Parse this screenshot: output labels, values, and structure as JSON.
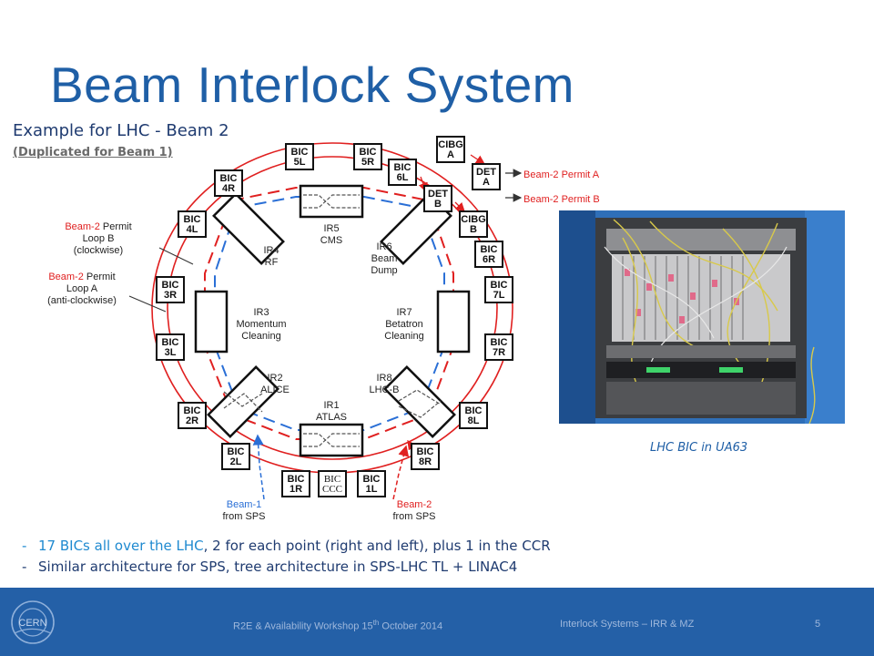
{
  "slide": {
    "title": "Beam Interlock System",
    "subtitle": "Example for LHC - Beam 2",
    "subnote": "(Duplicated for Beam 1)"
  },
  "diagram": {
    "bics": [
      "BIC 5L",
      "BIC 5R",
      "BIC 6L",
      "BIC 4R",
      "BIC 4L",
      "BIC 6R",
      "BIC 3R",
      "BIC 7L",
      "BIC 3L",
      "BIC 7R",
      "BIC 2R",
      "BIC 8L",
      "BIC 2L",
      "BIC 8R",
      "BIC 1R",
      "BIC CCC",
      "BIC 1L"
    ],
    "cibgs": [
      "CIBG A",
      "CIBG B"
    ],
    "dets": [
      "DET A",
      "DET B"
    ],
    "irs": [
      {
        "id": "IR5",
        "name": "CMS"
      },
      {
        "id": "IR6",
        "name": "Beam Dump"
      },
      {
        "id": "IR7",
        "name": "Betatron Cleaning"
      },
      {
        "id": "IR8",
        "name": "LHC-B"
      },
      {
        "id": "IR1",
        "name": "ATLAS"
      },
      {
        "id": "IR2",
        "name": "ALICE"
      },
      {
        "id": "IR3",
        "name": "Momentum Cleaning"
      },
      {
        "id": "IR4",
        "name": "RF"
      }
    ],
    "permit_a": "Beam-2 Permit A",
    "permit_b": "Beam-2 Permit B",
    "loop_b": {
      "red": "Beam-2",
      "l1": " Permit",
      "l2": "Loop B",
      "l3": "(clockwise)"
    },
    "loop_a": {
      "red": "Beam-2",
      "l1": " Permit",
      "l2": "Loop A",
      "l3": "(anti-clockwise)"
    },
    "beam1_from": {
      "l1": "Beam-1",
      "l2": "from SPS"
    },
    "beam2_from": {
      "l1": "Beam-2",
      "l2": "from SPS"
    }
  },
  "photo": {
    "caption": "LHC BIC in UA63"
  },
  "bullets": {
    "b1_blue": "17 BICs all over the LHC",
    "b1_dark": ", 2 for each point (right and left), plus 1 in the CCR",
    "b2": "Similar architecture for SPS, tree architecture in SPS-LHC TL + LINAC4"
  },
  "footer": {
    "workshop_pre": "R2E & Availability Workshop 15",
    "workshop_sup": "th",
    "workshop_post": " October 2014",
    "center": "Interlock Systems – IRR & MZ",
    "page": "5",
    "logo": "CERN"
  },
  "colors": {
    "title": "#1f5fa6",
    "accent_red": "#e02020",
    "accent_blue": "#2a6fd6",
    "footer": "#2460a7"
  }
}
